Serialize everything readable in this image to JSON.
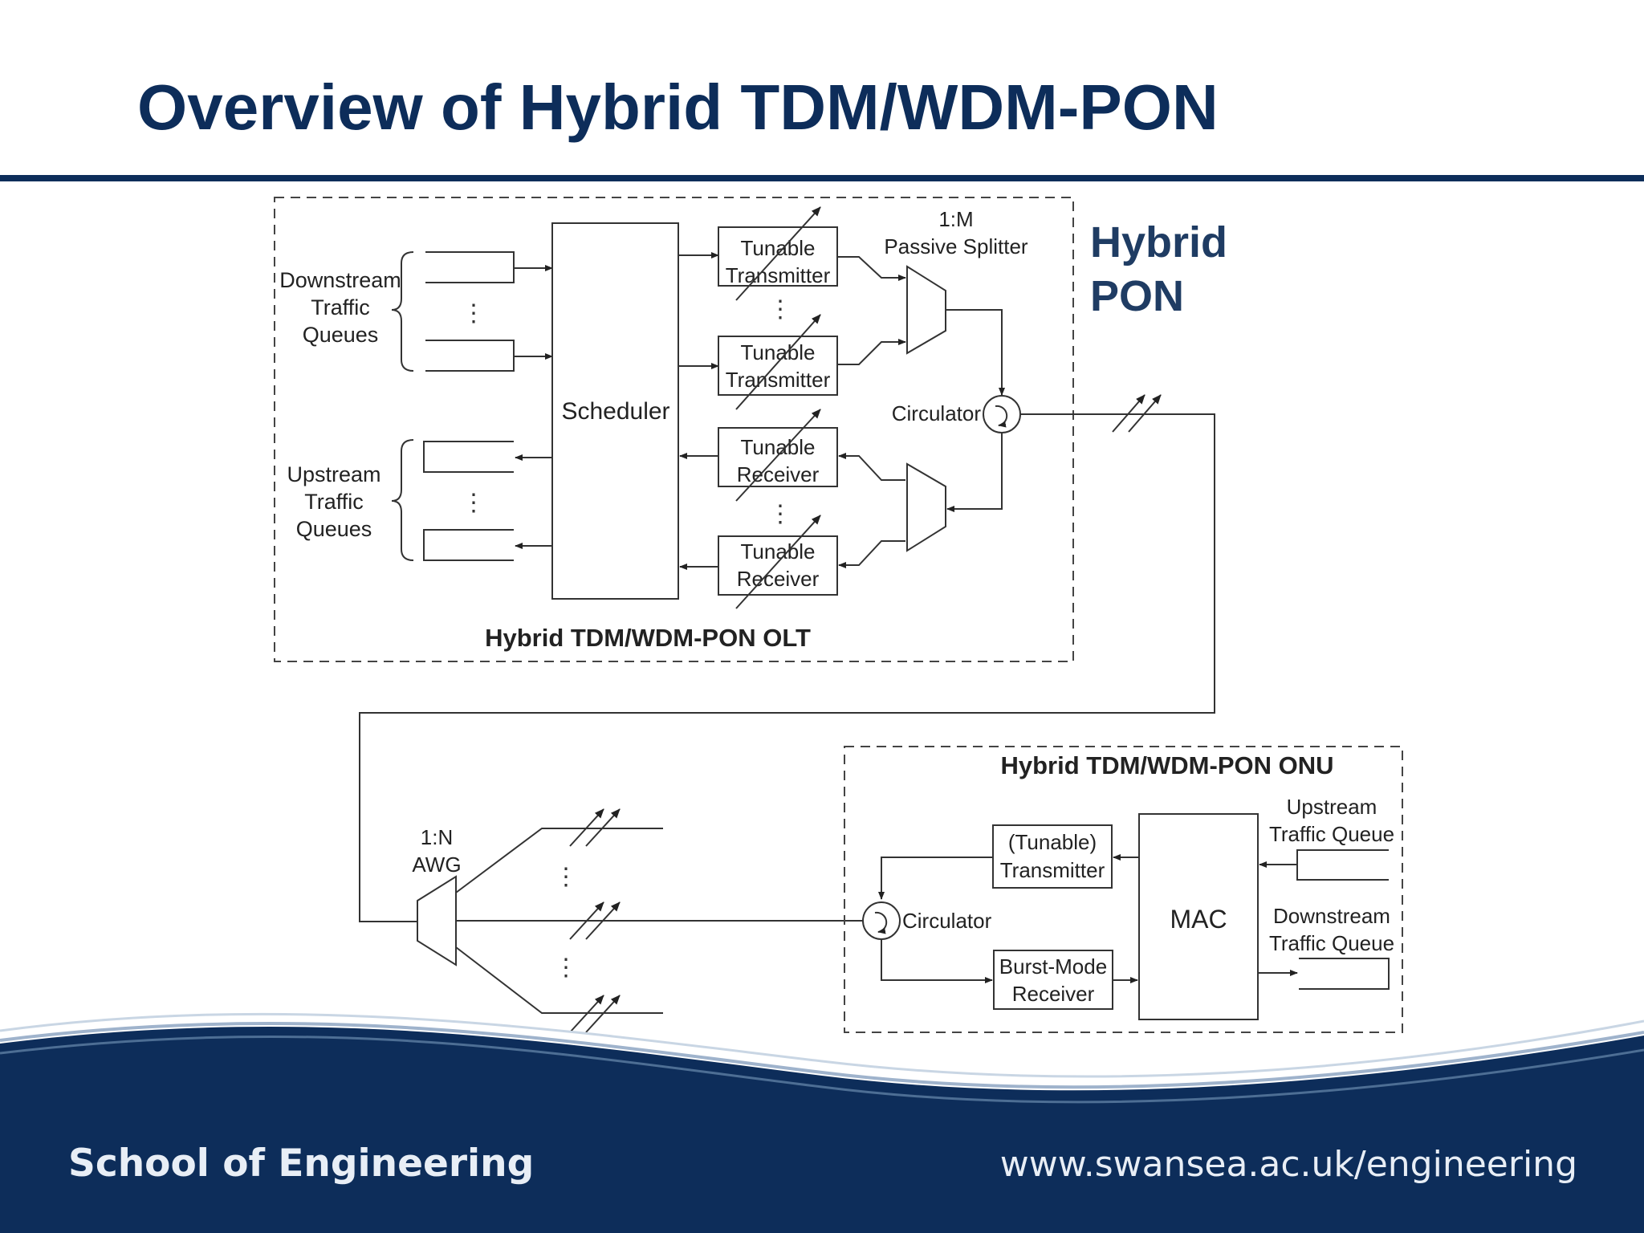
{
  "slide": {
    "title": "Overview of Hybrid TDM/WDM-PON",
    "side_label_line1": "Hybrid",
    "side_label_line2": "PON"
  },
  "olt": {
    "title": "Hybrid TDM/WDM-PON OLT",
    "downstream_queues_label": [
      "Downstream",
      "Traffic",
      "Queues"
    ],
    "upstream_queues_label": [
      "Upstream",
      "Traffic",
      "Queues"
    ],
    "scheduler": "Scheduler",
    "transmitters": [
      {
        "line1": "Tunable",
        "line2": "Transmitter"
      },
      {
        "line1": "Tunable",
        "line2": "Transmitter"
      }
    ],
    "receivers": [
      {
        "line1": "Tunable",
        "line2": "Receiver"
      },
      {
        "line1": "Tunable",
        "line2": "Receiver"
      }
    ],
    "splitter_label": [
      "1:M",
      "Passive Splitter"
    ],
    "circulator": "Circulator",
    "ellipsis": "⋮"
  },
  "awg": {
    "label": [
      "1:N",
      "AWG"
    ],
    "ellipsis": "⋮"
  },
  "onu": {
    "title": "Hybrid TDM/WDM-PON ONU",
    "transmitter": {
      "line1": "(Tunable)",
      "line2": "Transmitter"
    },
    "receiver": {
      "line1": "Burst-Mode",
      "line2": "Receiver"
    },
    "mac": "MAC",
    "circulator": "Circulator",
    "upstream_queue_label": [
      "Upstream",
      "Traffic Queue"
    ],
    "downstream_queue_label": [
      "Downstream",
      "Traffic Queue"
    ]
  },
  "footer": {
    "left": "School of Engineering",
    "right": "www.swansea.ac.uk/engineering"
  },
  "colors": {
    "title": "#0d2d5a",
    "footer_band": "#0d2d5a",
    "line": "#333333"
  }
}
